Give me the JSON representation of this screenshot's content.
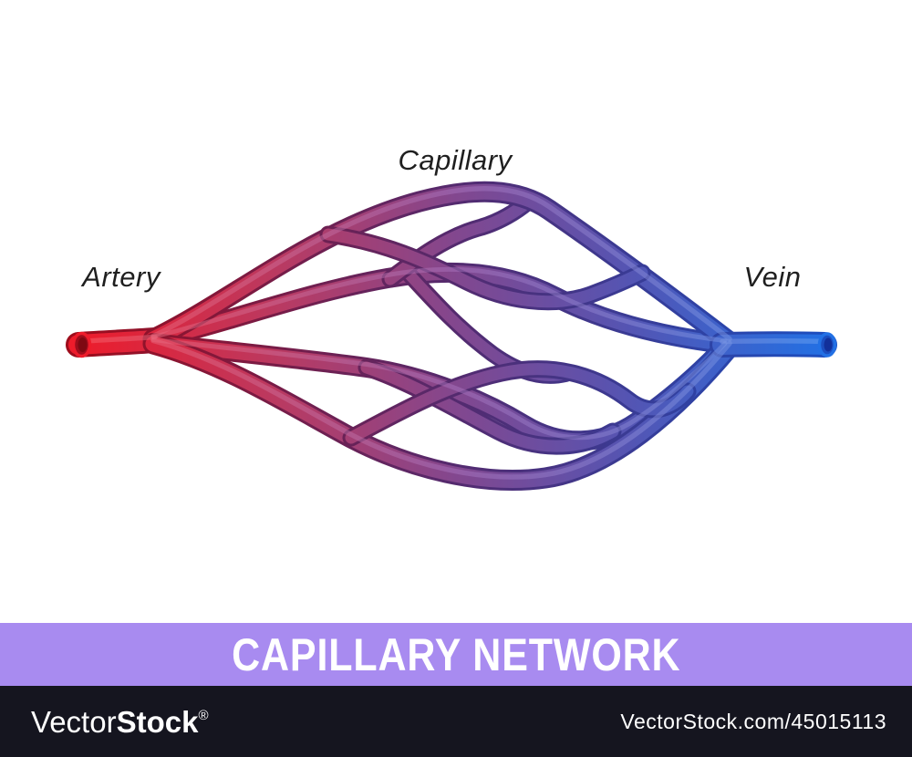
{
  "illustration": {
    "labels": {
      "capillary": "Capillary",
      "artery": "Artery",
      "vein": "Vein"
    }
  },
  "banner": {
    "title": "CAPILLARY NETWORK"
  },
  "watermark": {
    "brand_light": "Vector",
    "brand_bold": "Stock",
    "registered": "®",
    "url": "VectorStock.com/45015113"
  },
  "colors": {
    "artery_red": "#ed1c2b",
    "capillary_purple": "#83478e",
    "vein_blue": "#2270e4",
    "red_purple_mid": "#b93a62",
    "purple_blue_mid": "#5554b2",
    "red_dark": "#9e0d1c",
    "purple_dark": "#542a6e",
    "blue_dark": "#1b4ec0",
    "red_light": "#f8636b",
    "purple_light": "#a873bd",
    "blue_light": "#67a1f2",
    "label_text": "#1f1f1f",
    "banner_bg": "#a88bf0",
    "banner_text": "#ffffff",
    "footer_bg": "#15151f",
    "footer_text": "#ffffff",
    "artery_opening": "#7e0912",
    "vein_opening": "#12309a"
  }
}
